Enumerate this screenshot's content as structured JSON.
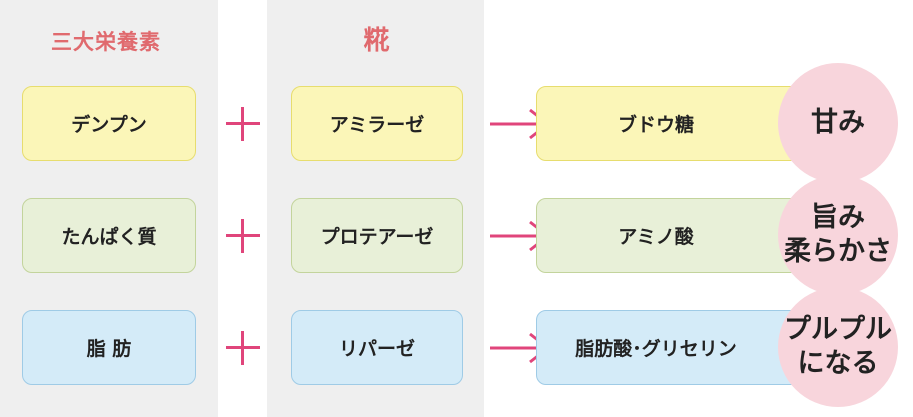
{
  "headers": {
    "left": "三大栄養素",
    "middle": "糀"
  },
  "rows": [
    {
      "nutrient": "デンプン",
      "enzyme": "アミラーゼ",
      "product": "ブドウ糖",
      "result_lines": [
        "甘み"
      ]
    },
    {
      "nutrient": "たんぱく質",
      "enzyme": "プロテアーゼ",
      "product": "アミノ酸",
      "result_lines": [
        "旨み",
        "柔らかさ"
      ]
    },
    {
      "nutrient": "脂 肪",
      "enzyme": "リパーゼ",
      "product": "脂肪酸･グリセリン",
      "result_lines": [
        "プルプル",
        "になる"
      ]
    }
  ],
  "colors": {
    "row1": "#fbf6b8",
    "row2": "#e8f0d8",
    "row3": "#d4ebf8",
    "accent": "#e0457b",
    "header": "#e06a6e",
    "circle": "#f8d5dc"
  }
}
